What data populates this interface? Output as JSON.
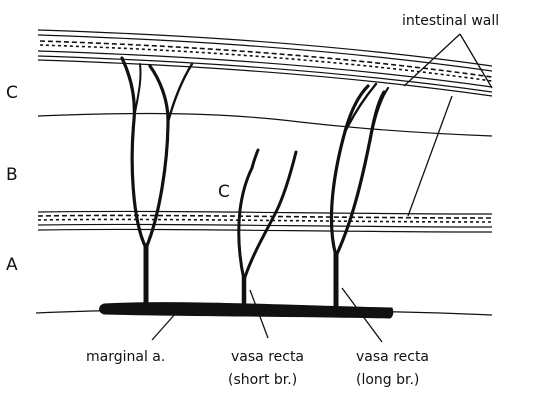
{
  "labels": {
    "intestinal_wall": "intestinal wall",
    "zone_c": "C",
    "zone_b": "B",
    "zone_a": "A",
    "c_marker": "C",
    "marginal_artery": "marginal a.",
    "vasa_recta_short": "vasa recta",
    "vasa_recta_short_sub": "(short br.)",
    "vasa_recta_long": "vasa recta",
    "vasa_recta_long_sub": "(long br.)"
  }
}
